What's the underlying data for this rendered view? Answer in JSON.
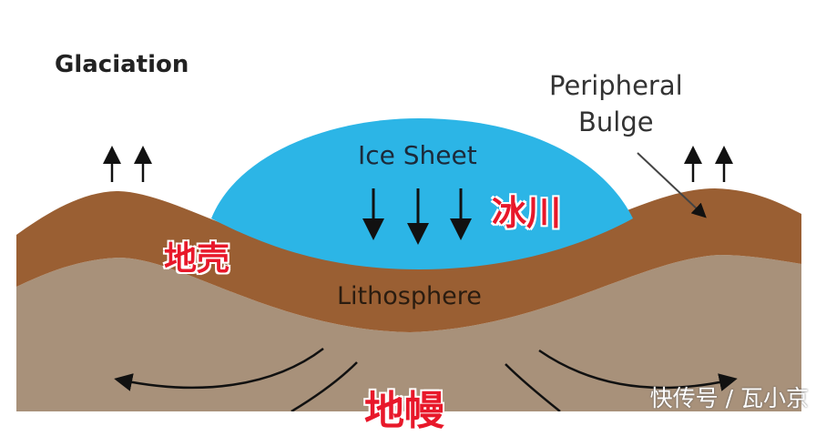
{
  "title": "Glaciation",
  "labels": {
    "peripheral_bulge_line1": "Peripheral",
    "peripheral_bulge_line2": "Bulge",
    "ice_sheet": "Ice Sheet",
    "lithosphere": "Lithosphere",
    "glacier_cn": "冰川",
    "crust_cn": "地壳",
    "mantle_cn": "地幔"
  },
  "watermark": "快传号 / 瓦小京",
  "colors": {
    "ice": "#2cb5e6",
    "lithosphere": "#9a5f33",
    "mantle": "#a8917a"
  }
}
